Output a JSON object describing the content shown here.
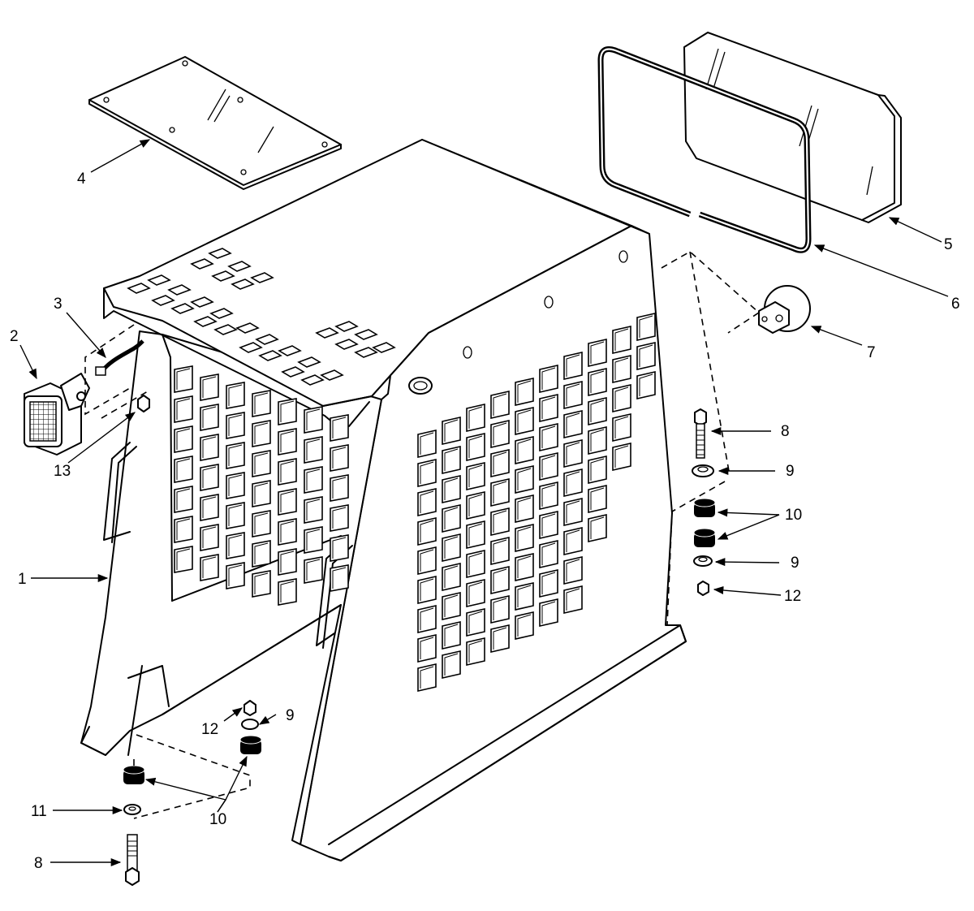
{
  "callouts": [
    {
      "id": "c1",
      "label": "1"
    },
    {
      "id": "c2",
      "label": "2"
    },
    {
      "id": "c3",
      "label": "3"
    },
    {
      "id": "c4",
      "label": "4"
    },
    {
      "id": "c5",
      "label": "5"
    },
    {
      "id": "c6",
      "label": "6"
    },
    {
      "id": "c7",
      "label": "7"
    },
    {
      "id": "c8a",
      "label": "8"
    },
    {
      "id": "c9a",
      "label": "9"
    },
    {
      "id": "c10a",
      "label": "10"
    },
    {
      "id": "c9b",
      "label": "9"
    },
    {
      "id": "c12a",
      "label": "12"
    },
    {
      "id": "c13",
      "label": "13"
    },
    {
      "id": "c12b",
      "label": "12"
    },
    {
      "id": "c9c",
      "label": "9"
    },
    {
      "id": "c10b",
      "label": "10"
    },
    {
      "id": "c11",
      "label": "11"
    },
    {
      "id": "c8b",
      "label": "8"
    }
  ]
}
